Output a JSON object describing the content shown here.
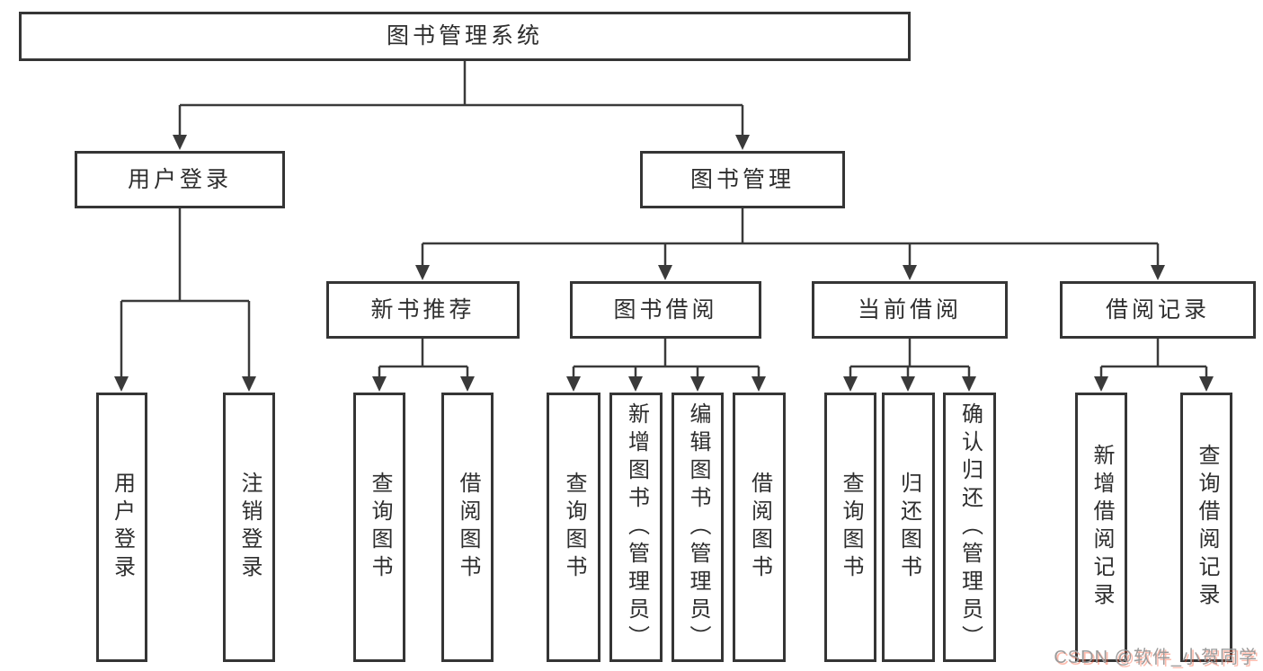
{
  "tree": {
    "label": "图书管理系统",
    "children": [
      {
        "label": "用户登录",
        "children": [
          {
            "label": "用户登录"
          },
          {
            "label": "注销登录"
          }
        ]
      },
      {
        "label": "图书管理",
        "children": [
          {
            "label": "新书推荐",
            "children": [
              {
                "label": "查询图书"
              },
              {
                "label": "借阅图书"
              }
            ]
          },
          {
            "label": "图书借阅",
            "children": [
              {
                "label": "查询图书"
              },
              {
                "label": "新增图书（管理员）"
              },
              {
                "label": "编辑图书（管理员）"
              },
              {
                "label": "借阅图书"
              }
            ]
          },
          {
            "label": "当前借阅",
            "children": [
              {
                "label": "查询图书"
              },
              {
                "label": "归还图书"
              },
              {
                "label": "确认归还（管理员）"
              }
            ]
          },
          {
            "label": "借阅记录",
            "children": [
              {
                "label": "新增借阅记录"
              },
              {
                "label": "查询借阅记录"
              }
            ]
          }
        ]
      }
    ]
  },
  "watermark": {
    "text": "CSDN @软件_小贺同学"
  },
  "colors": {
    "line": "#3a3a3a",
    "border": "#353535",
    "text": "#2e2e2e",
    "watermark_gray": "#9b9b9b",
    "watermark_red": "#fc5531"
  }
}
